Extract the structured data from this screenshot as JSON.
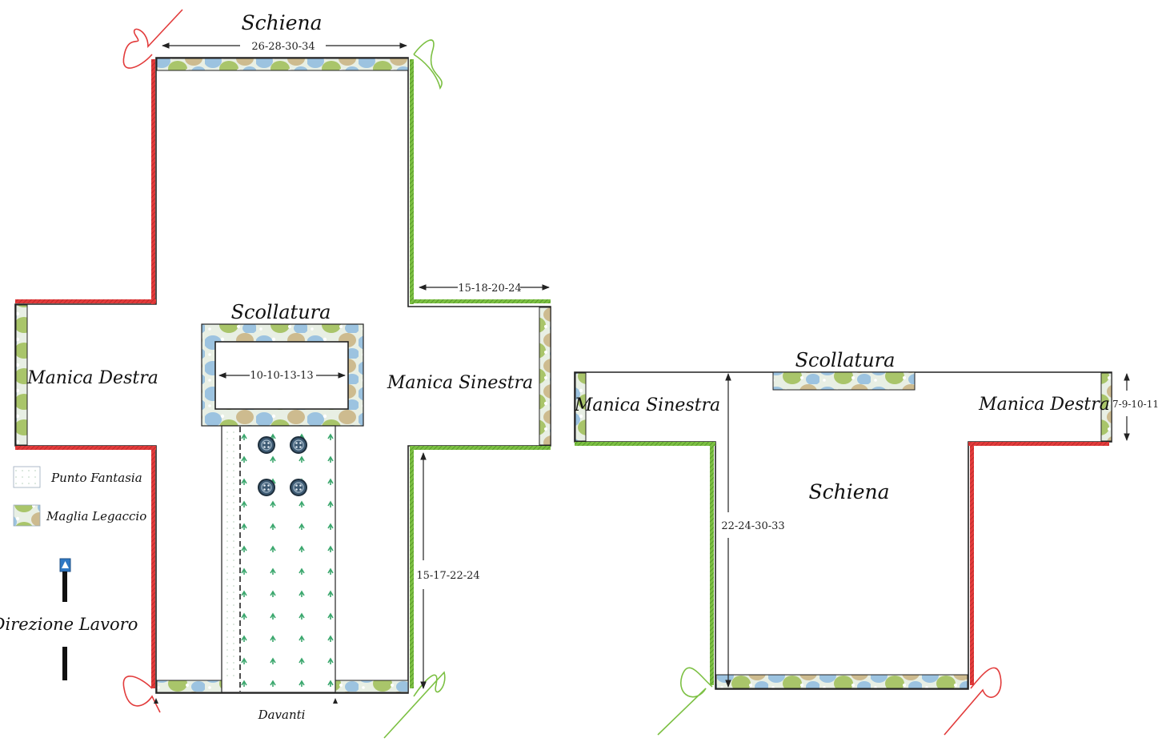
{
  "colors": {
    "outline": "#222222",
    "red_edge": "#e23b3b",
    "green_edge": "#7cc043",
    "garter_green": "#a9c56a",
    "garter_blue": "#9cc3e0",
    "garter_tan": "#cdbb8f",
    "garter_base": "#e8efe4",
    "button_fill": "#3d5a73",
    "leaf_green": "#3aa76d",
    "arrow_blue": "#2f78c4"
  },
  "left_diagram": {
    "back_label": "Schiena",
    "back_width": "26-28-30-34",
    "right_sleeve_label": "Manica Destra",
    "left_sleeve_label": "Manica Sinestra",
    "sleeve_width": "15-18-20-24",
    "side_height": "15-17-22-24",
    "neckline_label": "Scollatura",
    "neckline_width": "10-10-13-13",
    "front_label": "Davanti",
    "buttons": 4
  },
  "legend": {
    "fancy_stitch": "Punto Fantasia",
    "garter_stitch": "Maglia Legaccio",
    "work_direction": "Direzione Lavoro",
    "arrow_icon": "up-arrow-icon"
  },
  "right_diagram": {
    "neckline_label": "Scollatura",
    "left_sleeve_label": "Manica Sinestra",
    "right_sleeve_label": "Manica Destra",
    "back_label": "Schiena",
    "back_height": "22-24-30-33",
    "sleeve_height": "7-9-10-11"
  }
}
